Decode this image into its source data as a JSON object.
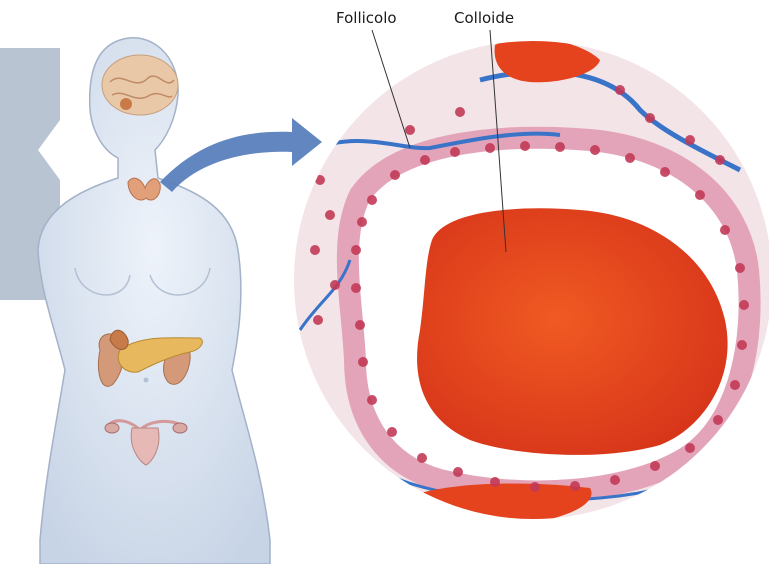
{
  "figure": {
    "labels": {
      "follicolo": "Follicolo",
      "colloide": "Colloide"
    },
    "colors": {
      "side_panel": "#b9c4d3",
      "body": "#dde6f2",
      "body_outline": "#a3b2c8",
      "arrow": "#5a80bd",
      "colloid": "#e8411c",
      "follicle_wall": "#e3a4b9",
      "nucleus": "#c23a57",
      "connective": "#3a74c9"
    },
    "icons": [
      "brain-organ",
      "thyroid-organ",
      "kidney-organ",
      "pancreas-organ",
      "uterus-organ"
    ]
  }
}
